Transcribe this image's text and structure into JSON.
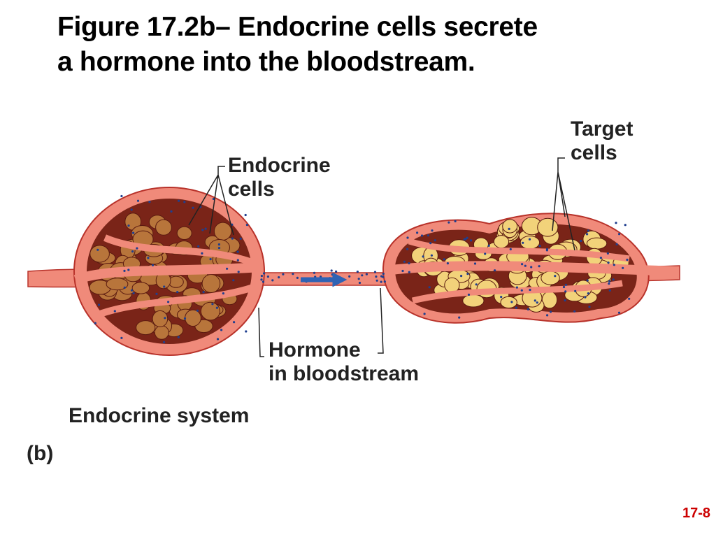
{
  "title": {
    "line1": "Figure 17.2b– Endocrine cells secrete",
    "line2": "a hormone into the bloodstream."
  },
  "labels": {
    "endocrine_cells": [
      "Endocrine",
      "cells"
    ],
    "target_cells": [
      "Target",
      "cells"
    ],
    "hormone": [
      "Hormone",
      "in bloodstream"
    ]
  },
  "caption": "Endocrine system",
  "part_label": "(b)",
  "slide_number": "17-8",
  "colors": {
    "vessel": "#f08a7a",
    "vessel_outline": "#b8322a",
    "endocrine_cell": "#b8753b",
    "target_cell": "#f2d27a",
    "hormone_dot": "#1f3f8f",
    "arrow": "#2f63b4",
    "slide_number": "#cc0000"
  }
}
